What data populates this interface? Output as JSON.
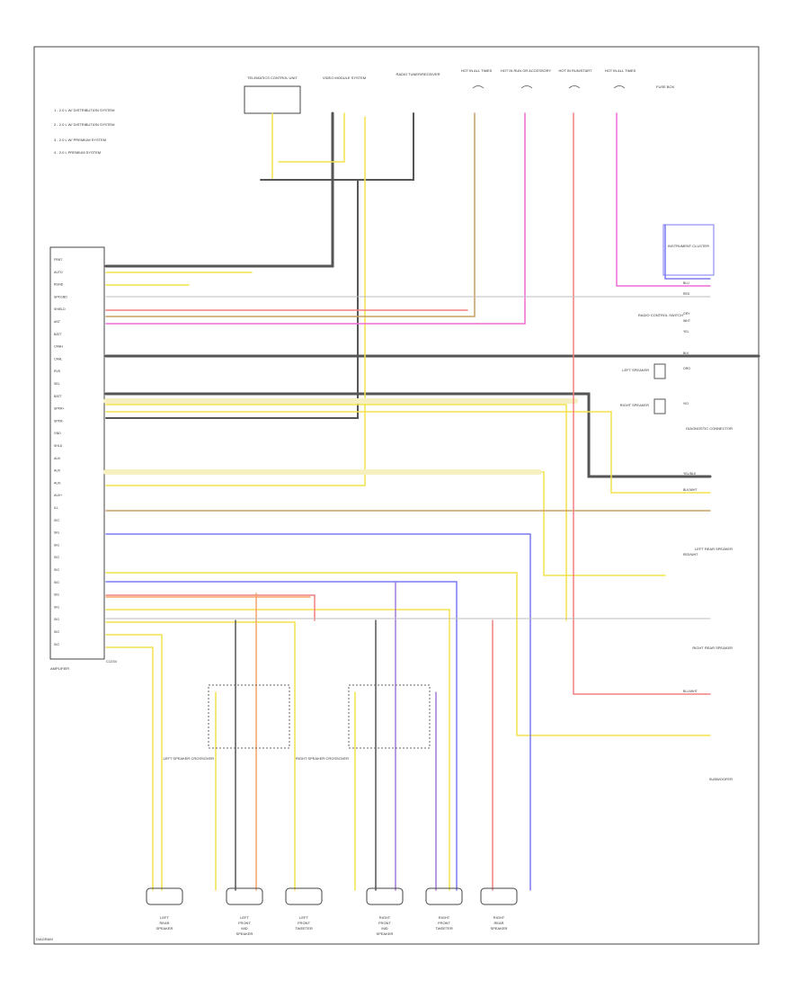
{
  "legend": [
    "1 - 2.0 L W/ DISTRIBUTION SYSTEM",
    "2 - 2.0 L W/ DISTRIBUTION SYSTEM",
    "3 - 2.0 L W/ PREMIUM SYSTEM",
    "4 - 2.0 L PREMIUM SYSTEM"
  ],
  "top_components": [
    "TELEMATICS CONTROL UNIT",
    "VIDEO MODULE SYSTEM",
    "RADIO TUNER/RECEIVER",
    "HOT IN ALL TIMES",
    "HOT IN RUN OR ACCESSORY",
    "HOT IN RUN/START",
    "HOT IN ALL TIMES"
  ],
  "fuse_block": "FUSE BOX",
  "left_connector": {
    "label": "AMPLIFIER",
    "pins": [
      "FRNT",
      "AUTO",
      "RGND",
      "SPKGND",
      "SHIELD",
      "ANT",
      "BATT",
      "CANH",
      "CANL",
      "RVS",
      "SEL",
      "BATT",
      "SPKR+",
      "SPKR-",
      "GND",
      "SHLD",
      "AUX",
      "AUX",
      "AUX-",
      "AUX+",
      "ILL",
      "SIG",
      "SIG",
      "SIG",
      "SIG",
      "SIG",
      "SIG",
      "SIG",
      "SIG",
      "SIG",
      "SIG",
      "SIG"
    ],
    "footer": "C1234"
  },
  "right_components": [
    "INSTRUMENT CLUSTER",
    "RADIO CONTROL SWITCH",
    "LEFT SPEAKER",
    "RIGHT SPEAKER",
    "DIAGNOSTIC CONNECTOR",
    "LEFT REAR SPEAKER",
    "RIGHT REAR SPEAKER",
    "SUBWOOFER"
  ],
  "right_wire_labels": [
    "BLU",
    "RED",
    "GRY",
    "WHT",
    "YEL",
    "BLK",
    "ORG",
    "VIO",
    "YEL/BLK",
    "BLK/WHT",
    "RED/WHT",
    "BLU/WHT"
  ],
  "bottom_speakers": [
    "LEFT REAR SPEAKER",
    "LEFT FRONT MID SPEAKER",
    "LEFT FRONT TWEETER",
    "RIGHT FRONT MID SPEAKER",
    "RIGHT FRONT TWEETER",
    "RIGHT REAR SPEAKER"
  ],
  "splice_labels": [
    "LEFT SPEAKER CROSSOVER",
    "RIGHT SPEAKER CROSSOVER"
  ],
  "page_id": "DIAGRAM",
  "wire_colors": {
    "black": "#555555",
    "yellow": "#f2e24b",
    "red": "#f08080",
    "pink": "#f06bd6",
    "blue": "#7a7af0",
    "orange": "#f5a36a",
    "violet": "#a07ad8",
    "gray": "#bdbdbd",
    "tan": "#c8a060",
    "cream": "#f6f0c0"
  }
}
